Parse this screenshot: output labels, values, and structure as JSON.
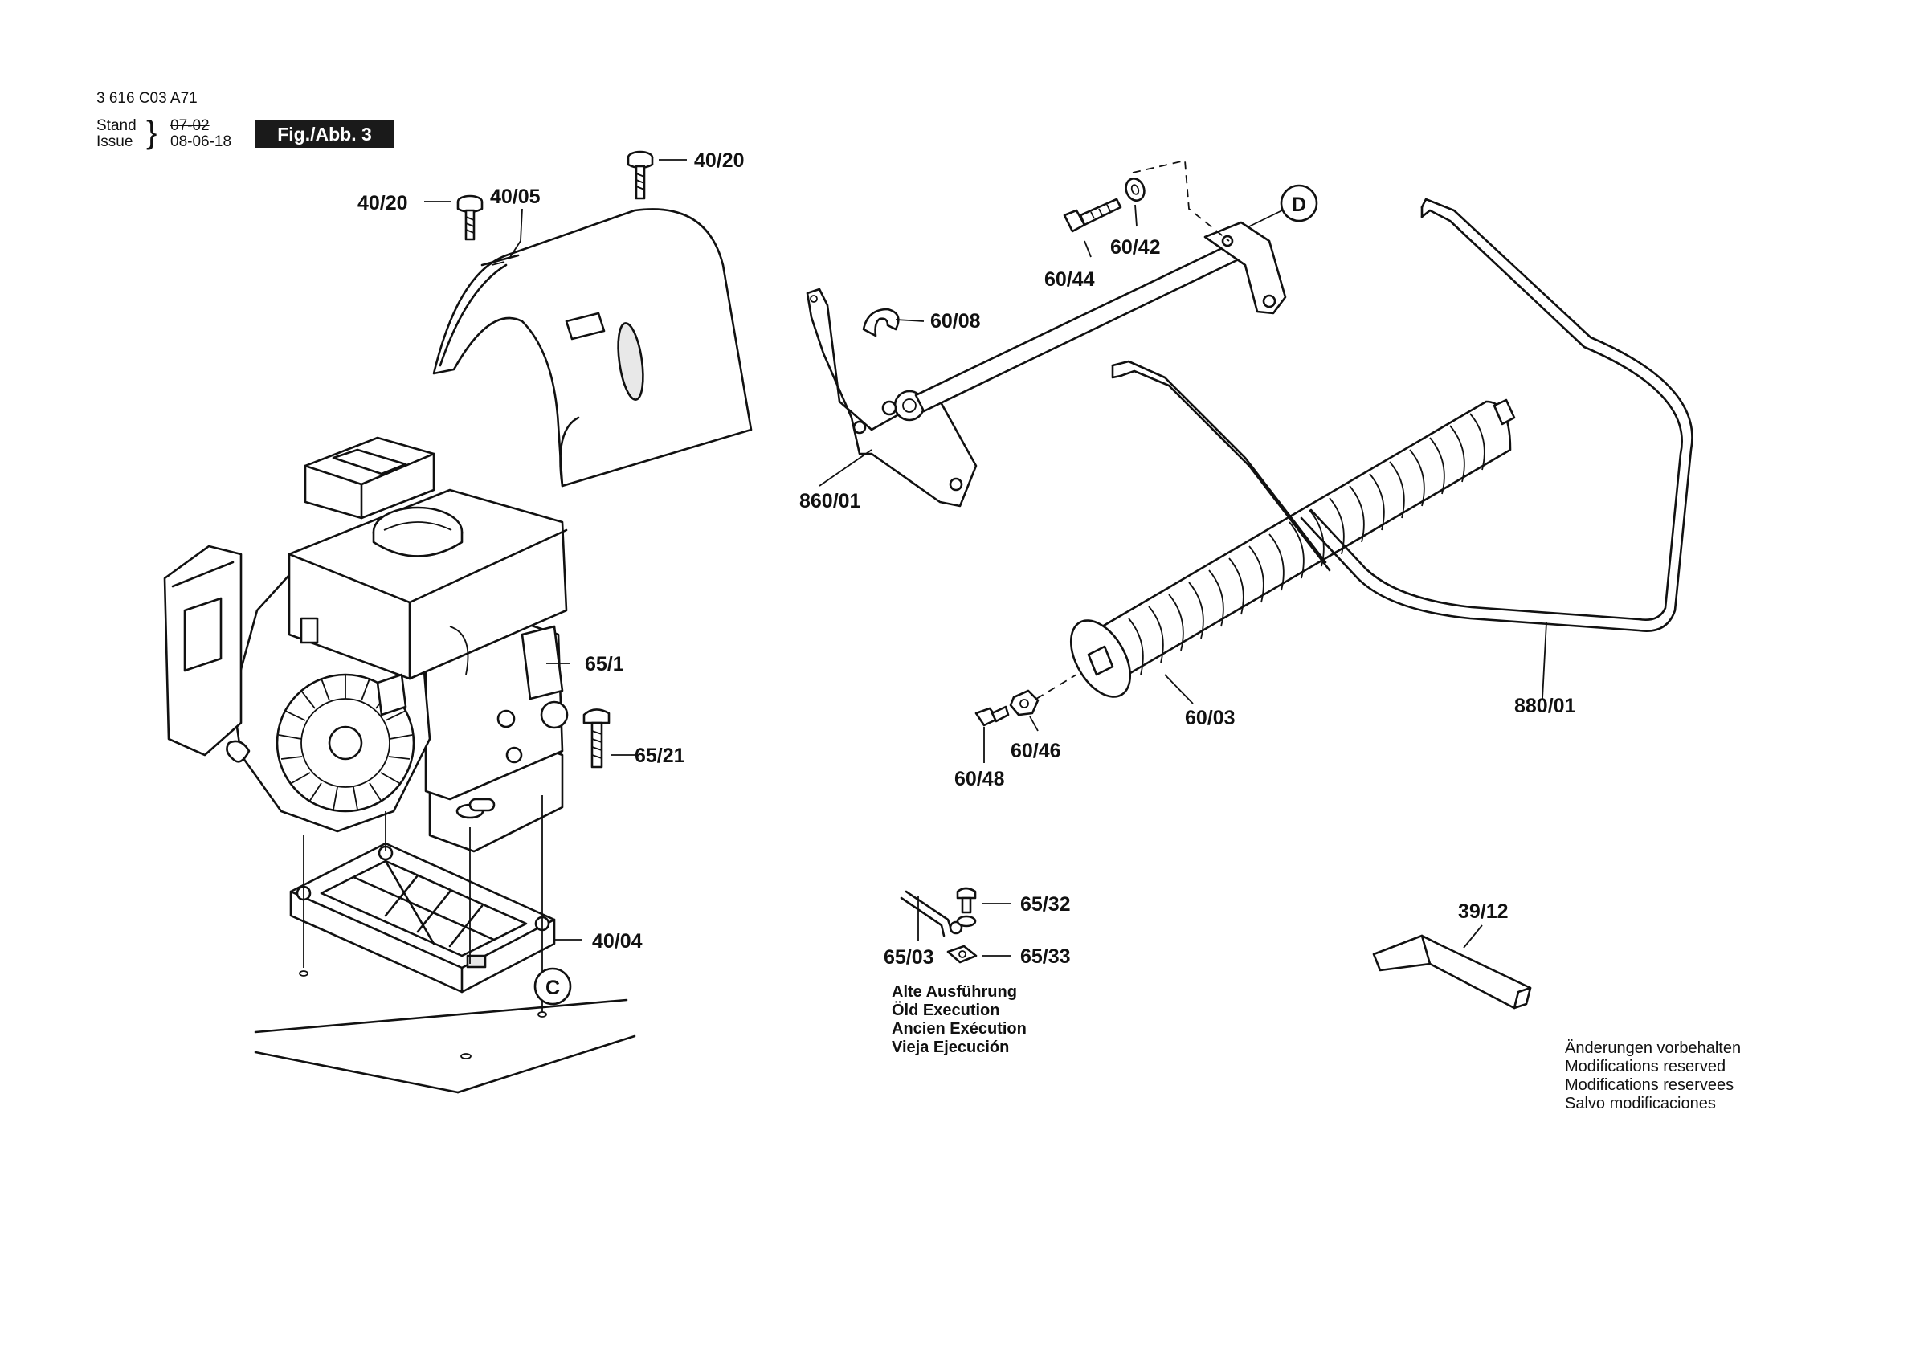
{
  "header": {
    "doc_number": "3 616 C03 A71",
    "stand_label": "Stand",
    "issue_label": "Issue",
    "stand_date": "07-02",
    "issue_date": "08-06-18",
    "figure_label": "Fig./Abb. 3"
  },
  "parts": [
    {
      "id": "p-40-20-a",
      "label": "40/20"
    },
    {
      "id": "p-40-20-b",
      "label": "40/20"
    },
    {
      "id": "p-40-05",
      "label": "40/05"
    },
    {
      "id": "p-60-44",
      "label": "60/44"
    },
    {
      "id": "p-60-42",
      "label": "60/42"
    },
    {
      "id": "p-60-08",
      "label": "60/08"
    },
    {
      "id": "p-860-01",
      "label": "860/01"
    },
    {
      "id": "p-65-1",
      "label": "65/1"
    },
    {
      "id": "p-65-21",
      "label": "65/21"
    },
    {
      "id": "p-40-04",
      "label": "40/04"
    },
    {
      "id": "p-60-03",
      "label": "60/03"
    },
    {
      "id": "p-880-01",
      "label": "880/01"
    },
    {
      "id": "p-60-46",
      "label": "60/46"
    },
    {
      "id": "p-60-48",
      "label": "60/48"
    },
    {
      "id": "p-65-32",
      "label": "65/32"
    },
    {
      "id": "p-65-03",
      "label": "65/03"
    },
    {
      "id": "p-65-33",
      "label": "65/33"
    },
    {
      "id": "p-39-12",
      "label": "39/12"
    }
  ],
  "callouts": {
    "c": "C",
    "d": "D"
  },
  "old_execution_note": [
    "Alte Ausführung",
    "Öld Execution",
    "Ancien Exécution",
    "Vieja Ejecución"
  ],
  "modifications_note": [
    "Änderungen vorbehalten",
    "Modifications reserved",
    "Modifications reservees",
    "Salvo modificaciones"
  ]
}
